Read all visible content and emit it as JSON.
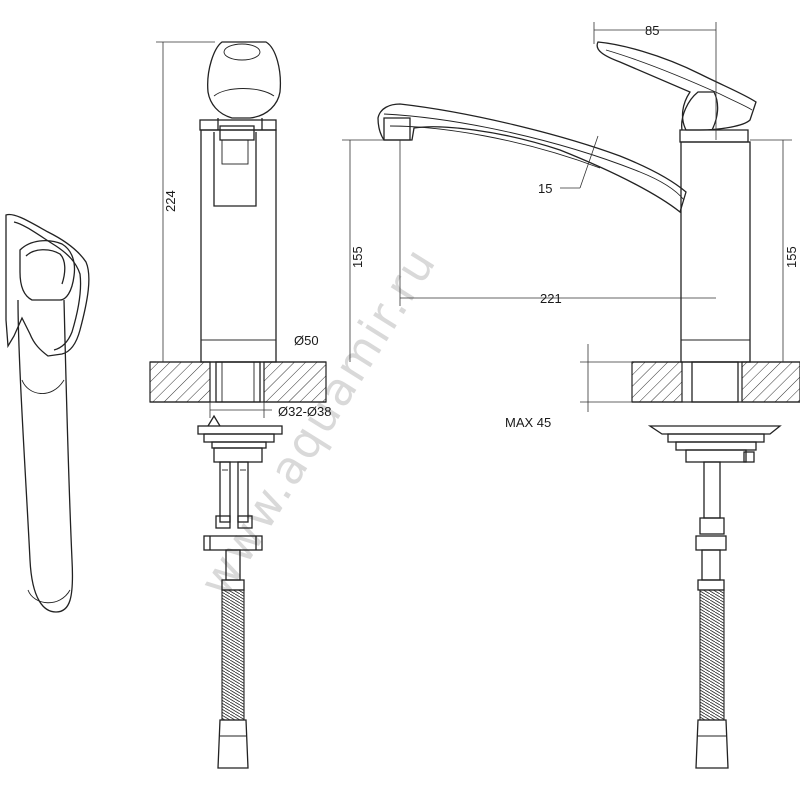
{
  "watermark": "www.aquamir.ru",
  "dimensions": {
    "total_height": "224",
    "body_diameter": "Ø50",
    "hole_diameter": "Ø32-Ø38",
    "spout_height_left": "155",
    "spout_height_right": "155",
    "spout_reach": "221",
    "lever_length": "85",
    "spout_thickness": "15",
    "max_countertop": "MAX 45"
  },
  "colors": {
    "line": "#222222",
    "watermark": "#d9d9d9",
    "background": "#ffffff"
  }
}
